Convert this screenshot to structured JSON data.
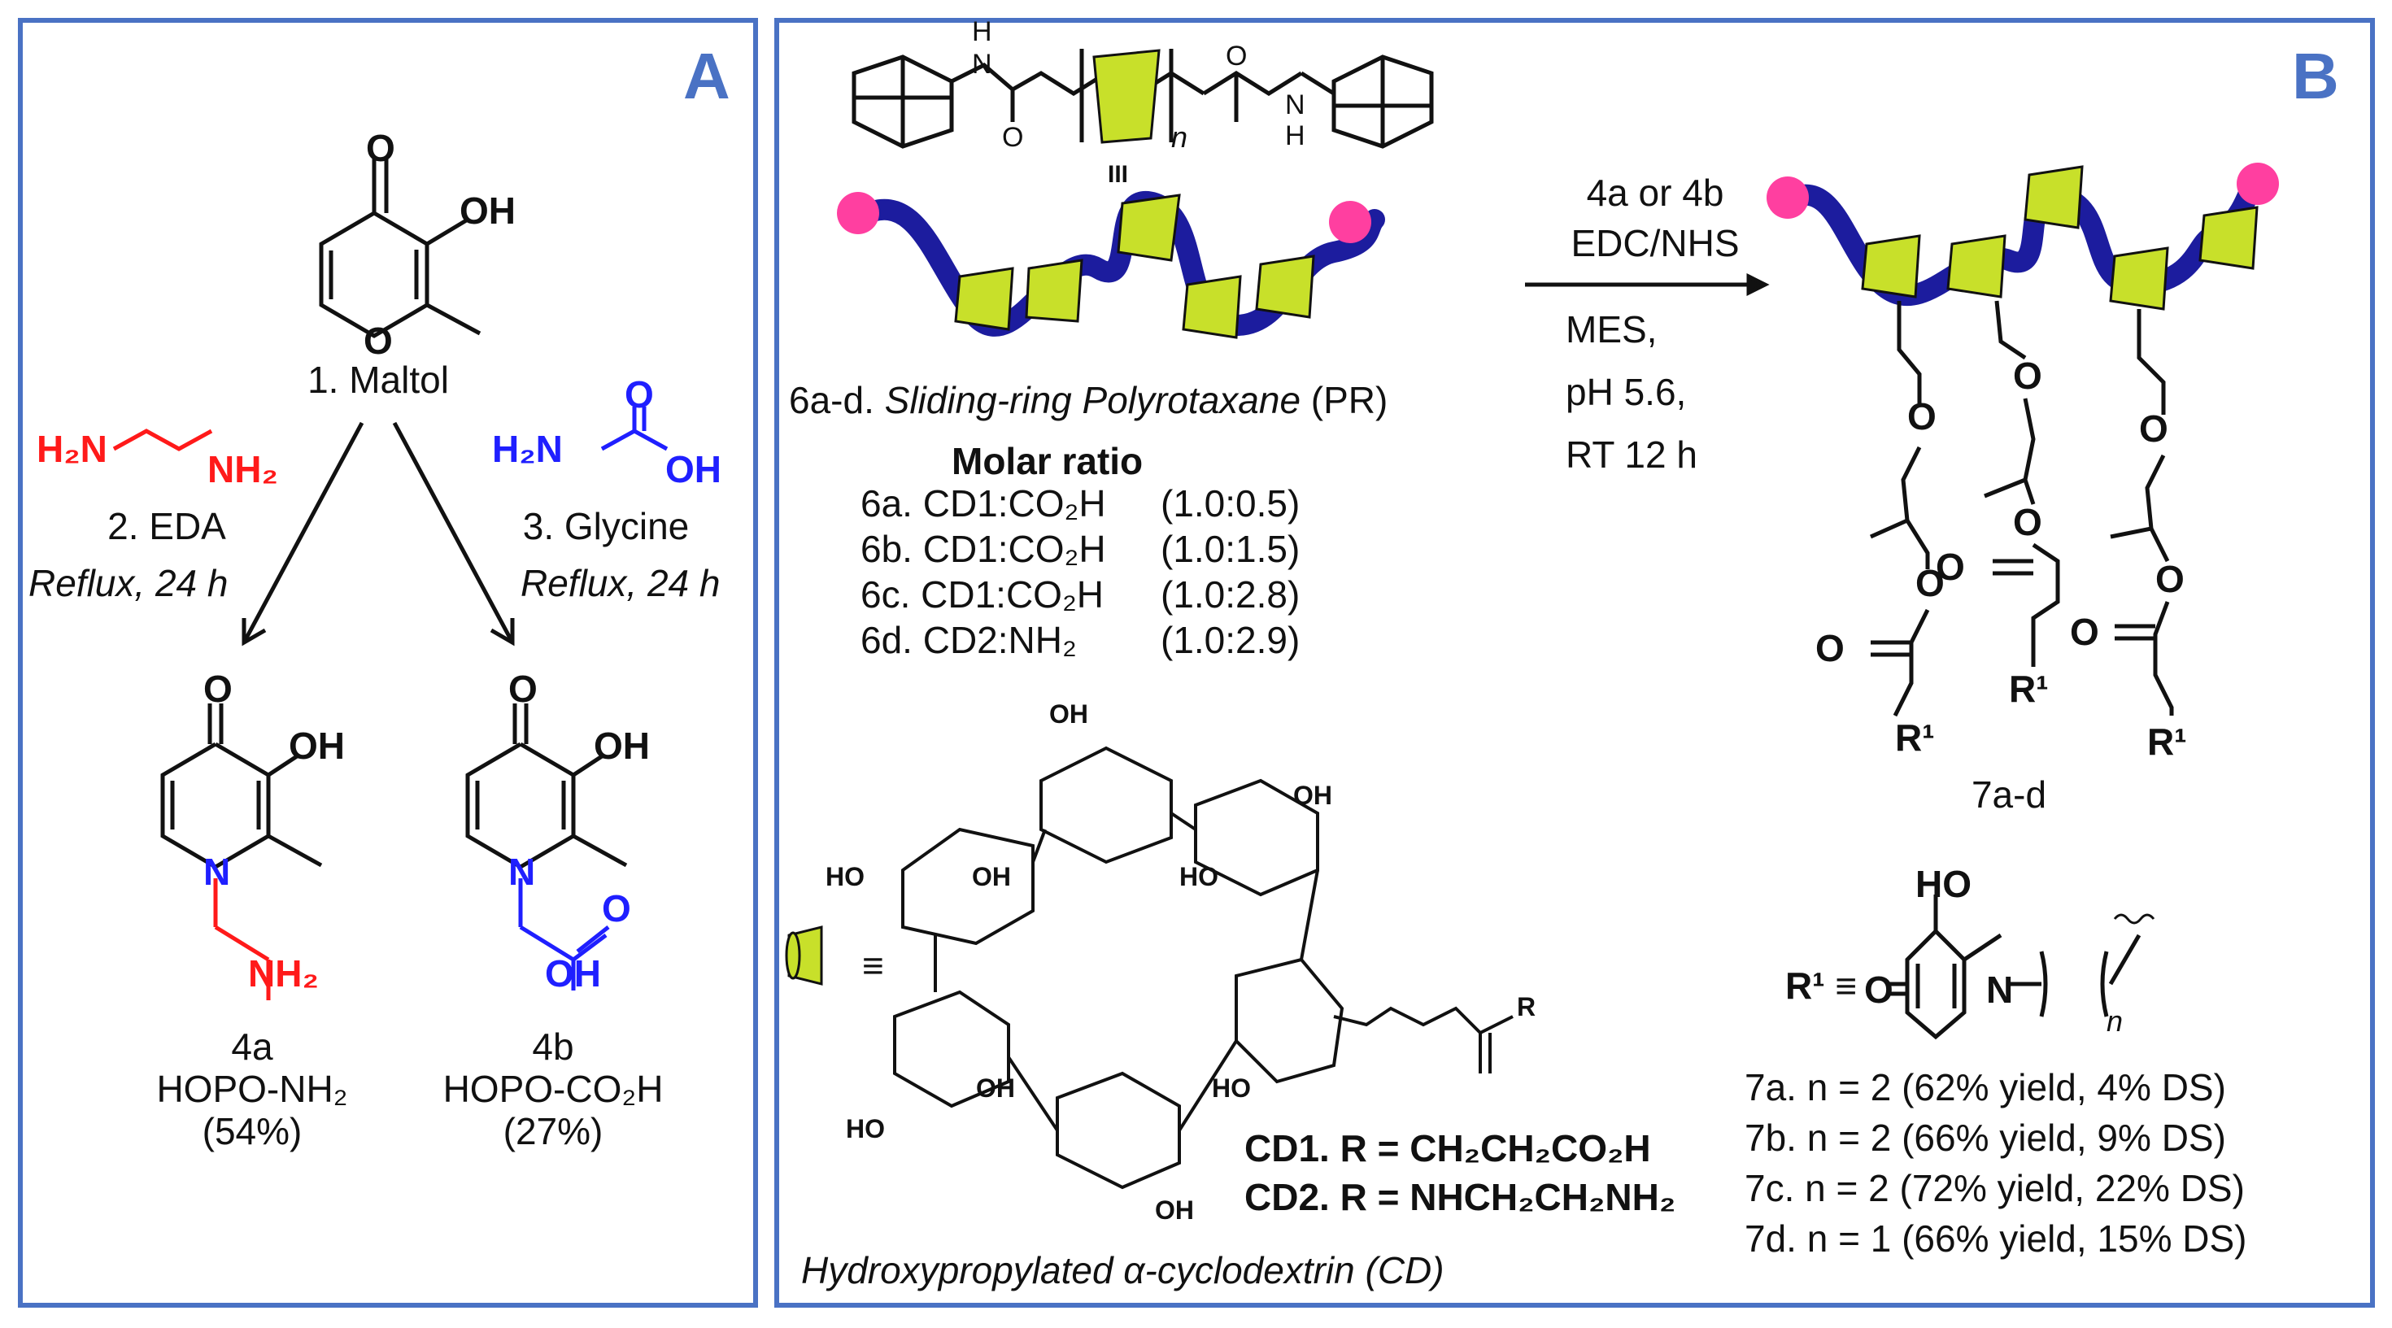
{
  "panel_a": {
    "letter": "A",
    "maltol_label": "1. Maltol",
    "eda_reagent": "H2N–CH2CH2–NH2",
    "eda_label": "2. EDA",
    "glycine_label": "3. Glycine",
    "reflux_left": "Reflux, 24 h",
    "reflux_right": "Reflux, 24 h",
    "product_a": {
      "id": "4a",
      "name": "HOPO-NH₂",
      "yield": "(54%)"
    },
    "product_b": {
      "id": "4b",
      "name": "HOPO-CO₂H",
      "yield": "(27%)"
    },
    "atom_labels": {
      "o": "O",
      "oh": "OH",
      "n": "N",
      "nh2": "NH₂",
      "h2n": "H₂N",
      "hn": "N",
      "h": "H"
    }
  },
  "panel_b": {
    "letter": "B",
    "pr_title_prefix": "6a-d. ",
    "pr_title_italic": "Sliding-ring Polyrotaxane",
    "pr_title_suffix": " (PR)",
    "equiv_symbol": "III",
    "molar_ratio_title": "Molar ratio",
    "ratios": [
      {
        "label": "6a. CD1:CO₂H",
        "value": "(1.0:0.5)"
      },
      {
        "label": "6b. CD1:CO₂H",
        "value": "(1.0:1.5)"
      },
      {
        "label": "6c. CD1:CO₂H",
        "value": "(1.0:2.8)"
      },
      {
        "label": "6d. CD2:NH₂",
        "value": "(1.0:2.9)"
      }
    ],
    "conditions_above": [
      "4a or 4b",
      "EDC/NHS"
    ],
    "conditions_below": [
      "MES,",
      "pH 5.6,",
      "RT 12 h"
    ],
    "product_label": "7a-d",
    "r1_label": "R¹",
    "r1_def_prefix": "R¹ ≡",
    "r1_subscript": "n",
    "cd_equiv": "≡",
    "cd1_def": "CD1. R = CH₂CH₂CO₂H",
    "cd2_def": "CD2. R = NHCH₂CH₂NH₂",
    "cd_caption": "Hydroxypropylated α-cyclodextrin (CD)",
    "cd_ring_labels": {
      "oh": "OH",
      "ho": "HO",
      "o": "O",
      "r": "R"
    },
    "results": [
      "7a. n = 2 (62% yield,  4%  DS)",
      "7b. n = 2 (66% yield,  9%  DS)",
      "7c. n = 2 (72% yield, 22% DS)",
      "7d. n = 1 (66% yield, 15% DS)"
    ],
    "stopper_labels": {
      "n_sub": "n",
      "o": "O",
      "n": "N",
      "h": "H"
    }
  },
  "colors": {
    "border": "#4a72c4",
    "eda_red": "#ff1a1a",
    "glycine_blue": "#1f1fff",
    "axle_navy": "#1c1c9e",
    "ring_yellow": "#c8e02a",
    "stopper_pink": "#ff3fa0"
  }
}
